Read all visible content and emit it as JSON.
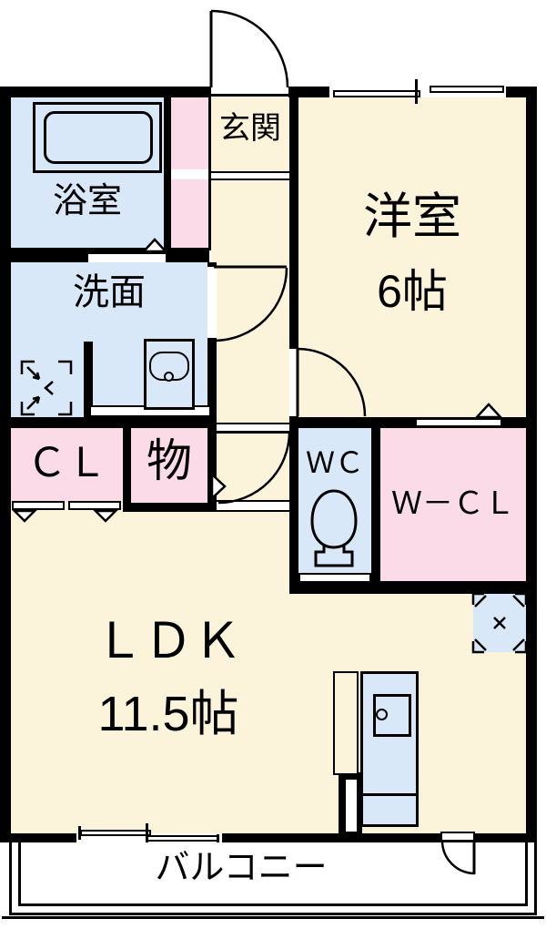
{
  "diagram_title": "apartment-floor-plan",
  "palette": {
    "wall": "#000000",
    "floor_cream": "#FCF3DB",
    "wet_area_blue": "#D9E8F8",
    "storage_pink": "#FBDBE7",
    "background": "#FFFFFF"
  },
  "rooms": {
    "genkan": {
      "label": "玄関"
    },
    "bathroom": {
      "label": "浴室"
    },
    "washroom": {
      "label": "洗面"
    },
    "western_room": {
      "label": "洋室",
      "size": "6帖"
    },
    "wc": {
      "label": "ＷＣ"
    },
    "walk_in_closet": {
      "label": "Ｗ－ＣＬ"
    },
    "closet": {
      "label": "ＣＬ"
    },
    "storage": {
      "label": "物"
    },
    "ldk": {
      "label": "ＬＤＫ",
      "size": "11.5帖"
    },
    "balcony": {
      "label": "バルコニー"
    }
  },
  "fixtures": {
    "bathtub": "bathtub",
    "washbasin": "washbasin",
    "toilet": "toilet",
    "kitchen_counter": "kitchen-counter-with-sink",
    "washer_space": "washing-machine-space",
    "fridge_space": "refrigerator-space"
  }
}
